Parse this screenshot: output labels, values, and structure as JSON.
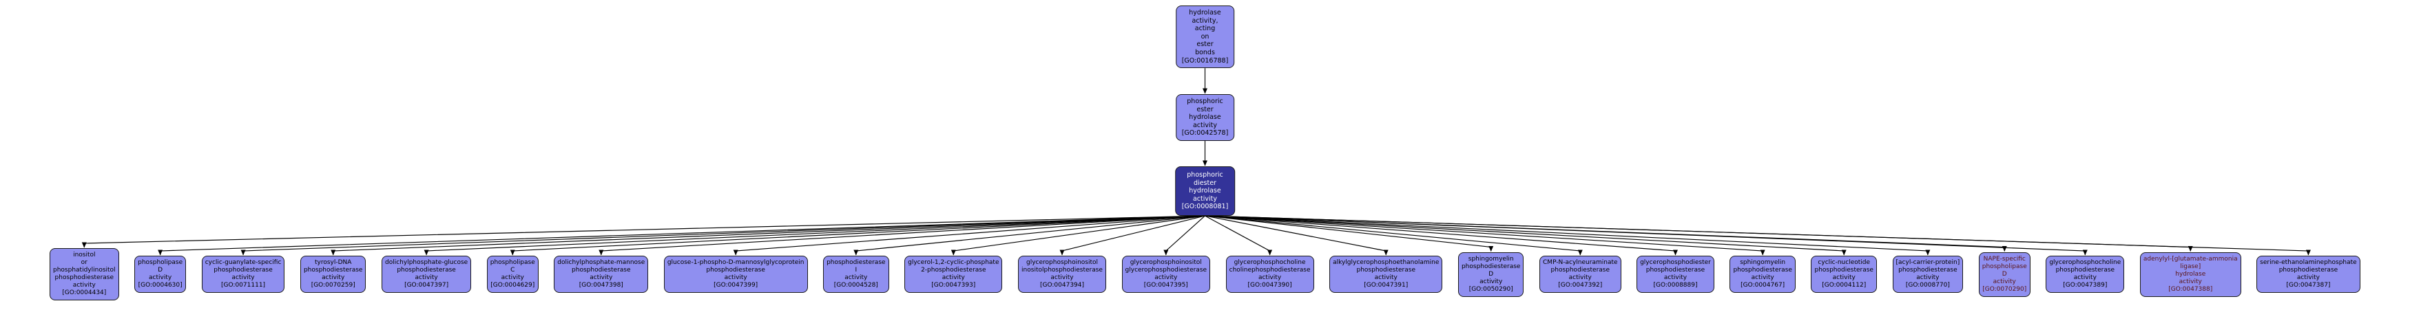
{
  "colors": {
    "background": "#ffffff",
    "node_fill": "#8f8ff0",
    "node_border": "#1a1a1a",
    "focus_fill": "#333399",
    "focus_text": "#ffffff",
    "edge": "#000000",
    "alt_label_text": "#5a1414"
  },
  "ancestors": [
    {
      "label": "hydrolase\nactivity,\nacting\non\nester\nbonds",
      "go_id": "[GO:0016788]"
    },
    {
      "label": "phosphoric\nester\nhydrolase\nactivity",
      "go_id": "[GO:0042578]"
    }
  ],
  "focus": {
    "label": "phosphoric\ndiester\nhydrolase\nactivity",
    "go_id": "[GO:0008081]"
  },
  "children": [
    {
      "label": "inositol\nor\nphosphatidylinositol\nphosphodiesterase\nactivity",
      "go_id": "[GO:0004434]"
    },
    {
      "label": "phospholipase\nD\nactivity",
      "go_id": "[GO:0004630]"
    },
    {
      "label": "cyclic-guanylate-specific\nphosphodiesterase\nactivity",
      "go_id": "[GO:0071111]"
    },
    {
      "label": "tyrosyl-DNA\nphosphodiesterase\nactivity",
      "go_id": "[GO:0070259]"
    },
    {
      "label": "dolichylphosphate-glucose\nphosphodiesterase\nactivity",
      "go_id": "[GO:0047397]"
    },
    {
      "label": "phospholipase\nC\nactivity",
      "go_id": "[GO:0004629]"
    },
    {
      "label": "dolichylphosphate-mannose\nphosphodiesterase\nactivity",
      "go_id": "[GO:0047398]"
    },
    {
      "label": "glucose-1-phospho-D-mannosylglycoprotein\nphosphodiesterase\nactivity",
      "go_id": "[GO:0047399]"
    },
    {
      "label": "phosphodiesterase\nI\nactivity",
      "go_id": "[GO:0004528]"
    },
    {
      "label": "glycerol-1,2-cyclic-phosphate\n2-phosphodiesterase\nactivity",
      "go_id": "[GO:0047393]"
    },
    {
      "label": "glycerophosphoinositol\ninositolphosphodiesterase\nactivity",
      "go_id": "[GO:0047394]"
    },
    {
      "label": "glycerophosphoinositol\nglycerophosphodiesterase\nactivity",
      "go_id": "[GO:0047395]"
    },
    {
      "label": "glycerophosphocholine\ncholinephosphodiesterase\nactivity",
      "go_id": "[GO:0047390]"
    },
    {
      "label": "alkylglycerophosphoethanolamine\nphosphodiesterase\nactivity",
      "go_id": "[GO:0047391]"
    },
    {
      "label": "sphingomyelin\nphosphodiesterase\nD\nactivity",
      "go_id": "[GO:0050290]"
    },
    {
      "label": "CMP-N-acylneuraminate\nphosphodiesterase\nactivity",
      "go_id": "[GO:0047392]"
    },
    {
      "label": "glycerophosphodiester\nphosphodiesterase\nactivity",
      "go_id": "[GO:0008889]"
    },
    {
      "label": "sphingomyelin\nphosphodiesterase\nactivity",
      "go_id": "[GO:0004767]"
    },
    {
      "label": "cyclic-nucleotide\nphosphodiesterase\nactivity",
      "go_id": "[GO:0004112]"
    },
    {
      "label": "[acyl-carrier-protein]\nphosphodiesterase\nactivity",
      "go_id": "[GO:0008770]"
    },
    {
      "label": "NAPE-specific\nphospholipase\nD\nactivity",
      "go_id": "[GO:0070290]",
      "text_color": "#5a1414"
    },
    {
      "label": "glycerophosphocholine\nphosphodiesterase\nactivity",
      "go_id": "[GO:0047389]"
    },
    {
      "label": "adenylyl-[glutamate-ammonia\nligase]\nhydrolase\nactivity",
      "go_id": "[GO:0047388]",
      "text_color": "#5a1414"
    },
    {
      "label": "serine-ethanolaminephosphate\nphosphodiesterase\nactivity",
      "go_id": "[GO:0047387]"
    }
  ]
}
